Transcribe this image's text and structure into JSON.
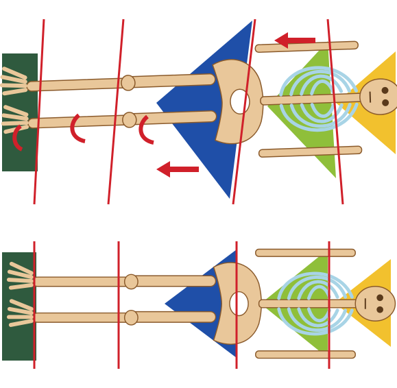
{
  "figure": {
    "panels": [
      {
        "id": "top",
        "state": "misaligned",
        "arrows": [
          "arrow-left-upper",
          "arrow-left-lower"
        ],
        "rotation_marks": 3,
        "segments": [
          "feet-block",
          "leg-lower-segment",
          "pelvis-triangle",
          "thorax-triangle",
          "head-triangle"
        ]
      },
      {
        "id": "bottom",
        "state": "aligned",
        "segments": [
          "feet-block",
          "leg-lower-segment",
          "pelvis-triangle",
          "thorax-triangle",
          "head-triangle"
        ]
      }
    ],
    "colors": {
      "feet_block": "#2f5a3e",
      "pelvis_triangle": "#1f4fa8",
      "thorax_triangle": "#8fbf3a",
      "head_triangle": "#f2c12e",
      "reference_line": "#d0202a",
      "bone": "#e9c79a",
      "bone_outline": "#8a5a2b",
      "ribs": "#a8d4e6"
    },
    "icons": [
      "skeleton-icon",
      "arrow-left-icon",
      "rotation-arrow-icon"
    ]
  }
}
